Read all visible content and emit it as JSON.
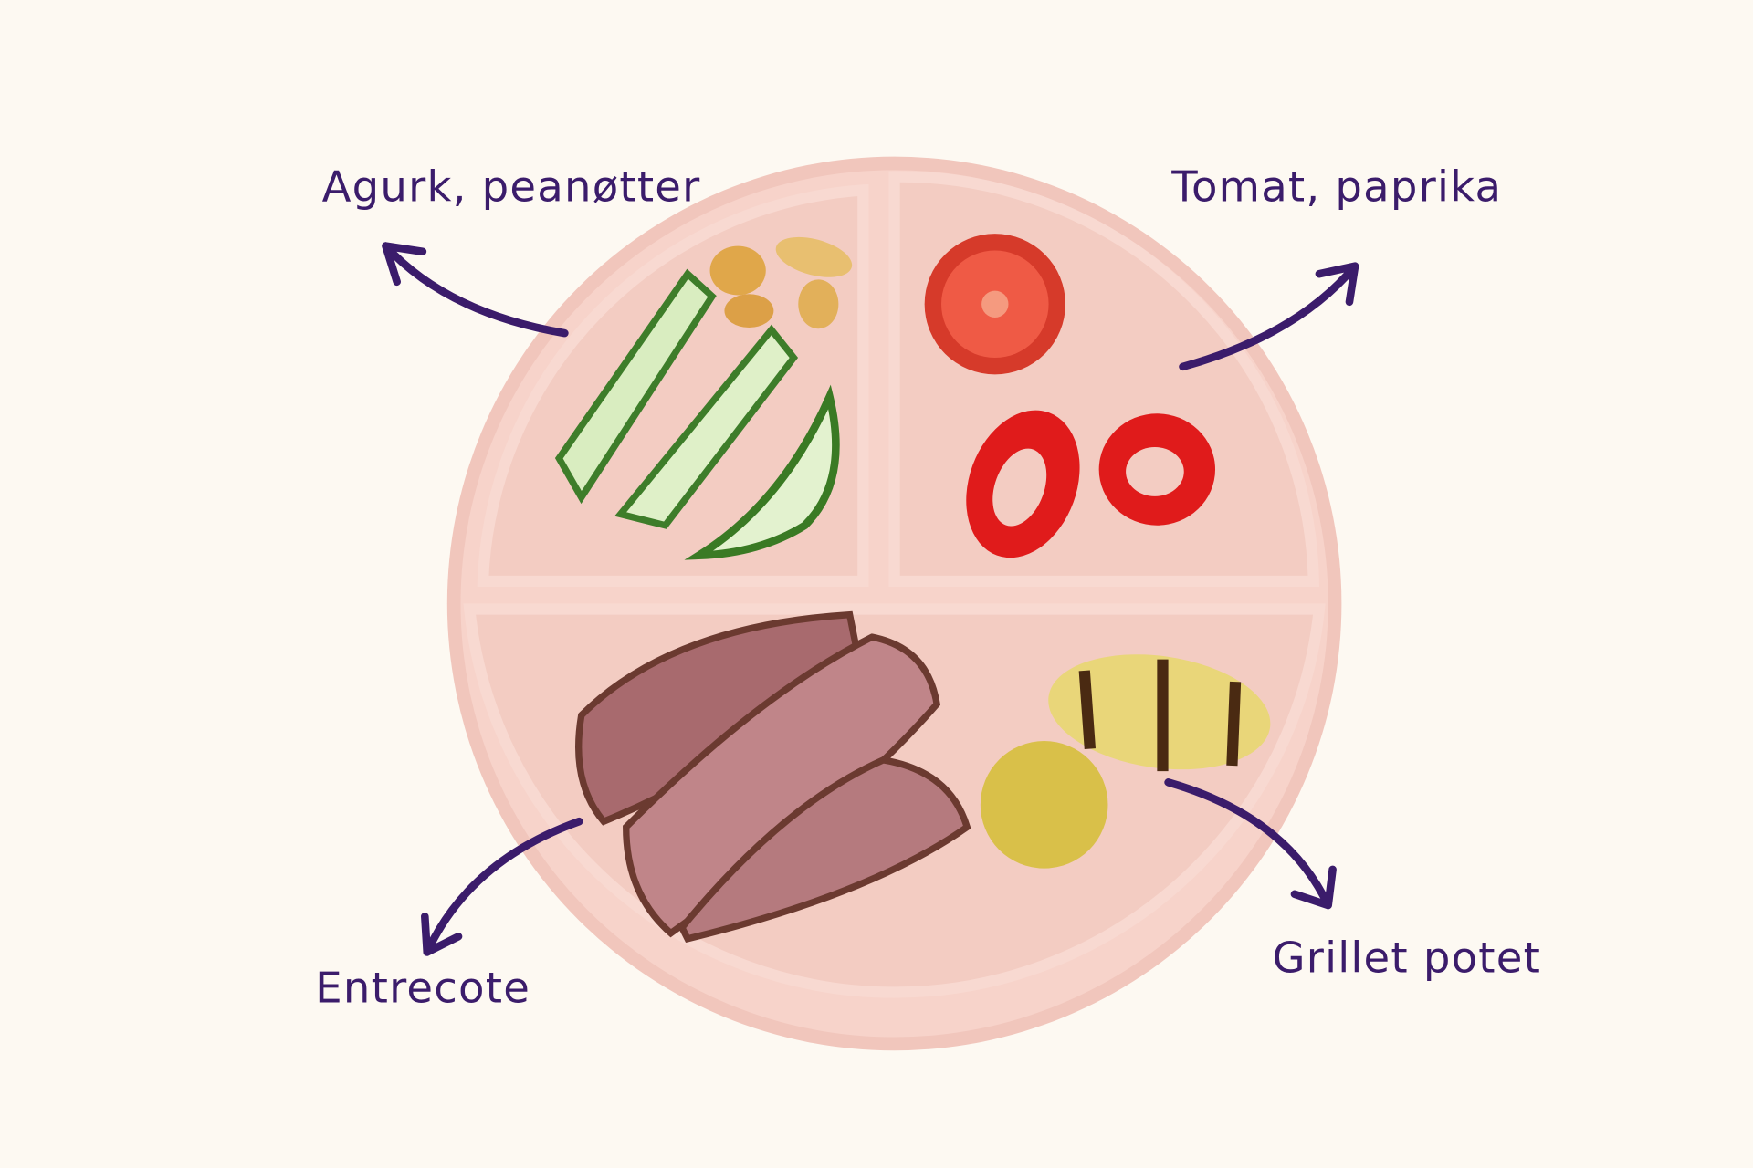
{
  "labels": {
    "top_left": "Agurk, peanøtter",
    "top_right": "Tomat, paprika",
    "bottom_left": "Entrecote",
    "bottom_right": "Grillet potet"
  },
  "colors": {
    "background": "#fdf9f2",
    "plate": "#f5cfc6",
    "text": "#3b1c6b"
  }
}
